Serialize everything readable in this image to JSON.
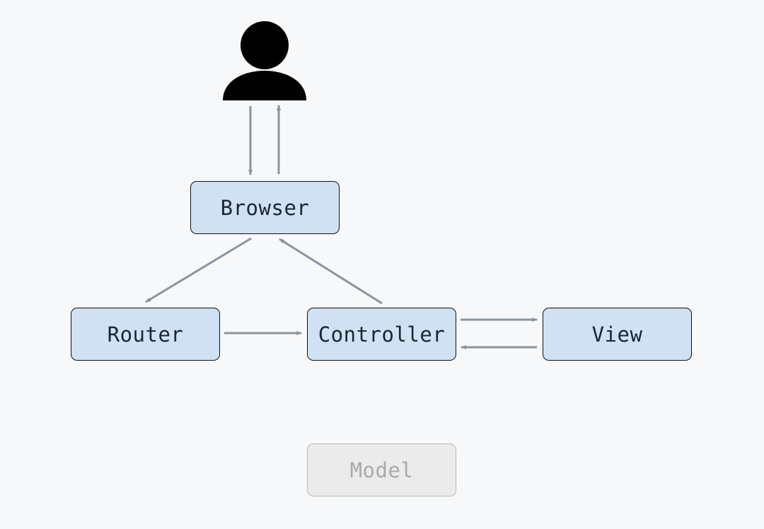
{
  "diagram": {
    "nodes": {
      "browser": "Browser",
      "router": "Router",
      "controller": "Controller",
      "view": "View",
      "model": "Model"
    },
    "icons": {
      "user": "user-icon"
    },
    "colors": {
      "node_fill": "#cfe1f3",
      "node_border": "#111111",
      "disabled_fill": "#ebebeb",
      "disabled_border": "#b9b9b9",
      "disabled_text": "#a9a9a9",
      "arrow": "#8a94a0",
      "background": "#f7f8f9"
    }
  }
}
